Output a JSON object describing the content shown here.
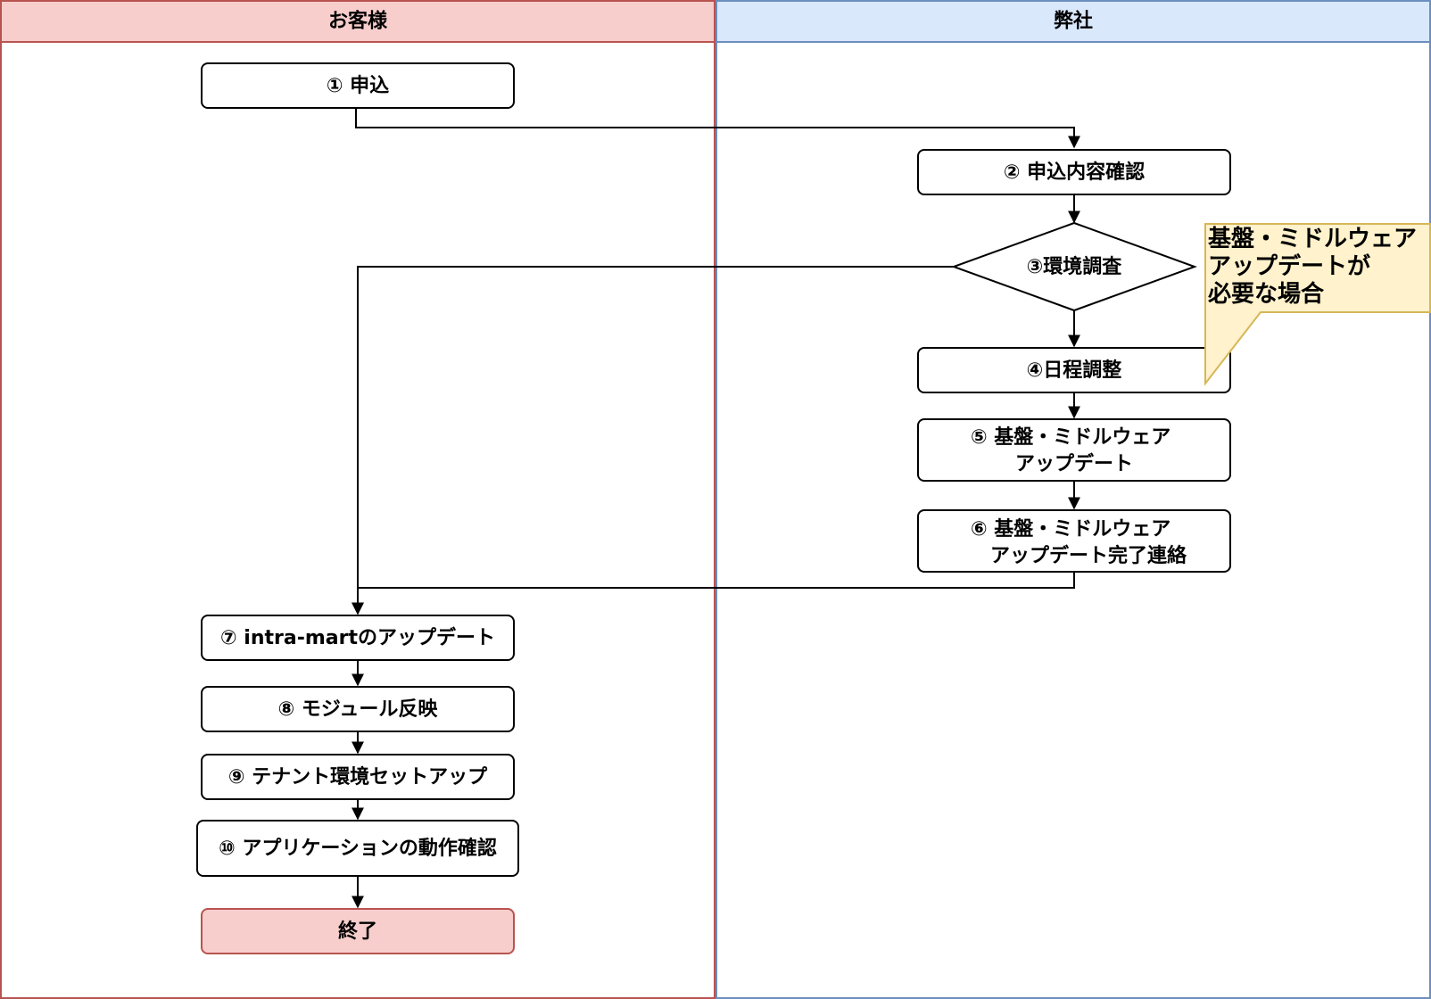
{
  "colors": {
    "customer_lane_fill": "#f8cecc",
    "customer_lane_stroke": "#b85450",
    "company_lane_fill": "#dae8fc",
    "company_lane_stroke": "#6c8ebf",
    "node_stroke": "#000000",
    "end_fill": "#f8cecc",
    "end_stroke": "#b85450",
    "callout_fill": "#fff2cc",
    "callout_stroke": "#d6b656"
  },
  "lanes": {
    "customer": {
      "title": "お客様"
    },
    "company": {
      "title": "弊社"
    }
  },
  "nodes": {
    "step1": {
      "lines": [
        "① 申込"
      ]
    },
    "step2": {
      "lines": [
        "② 申込内容確認"
      ]
    },
    "step3": {
      "lines": [
        "③環境調査"
      ]
    },
    "step4": {
      "lines": [
        "④日程調整"
      ]
    },
    "step5": {
      "lines": [
        "⑤ 基盤・ミドルウェア",
        "アップデート"
      ]
    },
    "step6": {
      "lines": [
        "⑥ 基盤・ミドルウェア",
        "アップデート完了連絡"
      ]
    },
    "step7": {
      "lines": [
        "⑦ intra-martのアップデート"
      ]
    },
    "step8": {
      "lines": [
        "⑧ モジュール反映"
      ]
    },
    "step9": {
      "lines": [
        "⑨ テナント環境セットアップ"
      ]
    },
    "step10": {
      "lines": [
        "⑩ アプリケーションの動作確認"
      ]
    },
    "end": {
      "lines": [
        "終了"
      ]
    }
  },
  "callout": {
    "lines": [
      "基盤・ミドルウェア",
      "アップデートが",
      "必要な場合"
    ]
  }
}
